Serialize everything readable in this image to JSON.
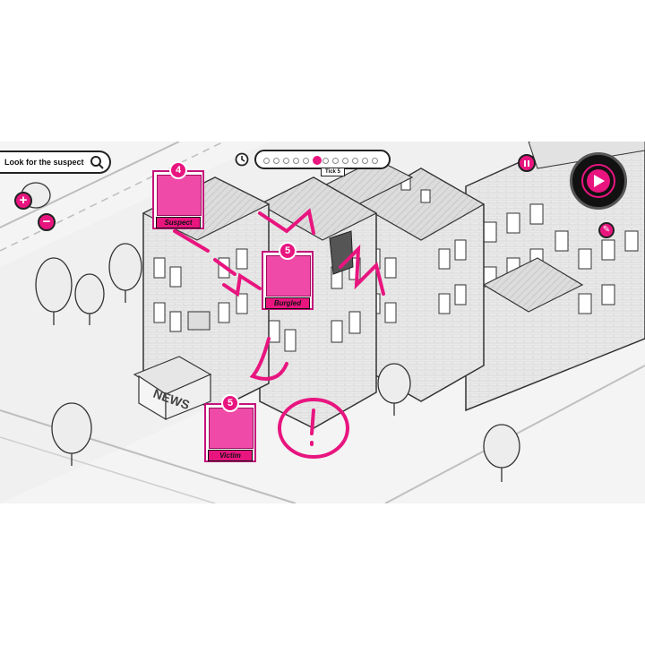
{
  "hud": {
    "hint_text": "Look for the suspect",
    "tick_label": "Tick 5",
    "timeline_dots": 12,
    "timeline_active_index": 5,
    "zoom_in_label": "+",
    "zoom_out_label": "−"
  },
  "cards": [
    {
      "number": "4",
      "label": "Suspect"
    },
    {
      "number": "5",
      "label": "Burgled"
    },
    {
      "number": "5",
      "label": "Victim"
    }
  ],
  "scene_signs": {
    "news_sign": "NEWS"
  },
  "colors": {
    "accent": "#e8157f",
    "ink": "#222222",
    "paper": "#ffffff"
  },
  "icons": [
    "magnifier-icon",
    "clock-icon",
    "pause-icon",
    "play-icon",
    "pencil-icon",
    "plus-icon",
    "minus-icon"
  ]
}
